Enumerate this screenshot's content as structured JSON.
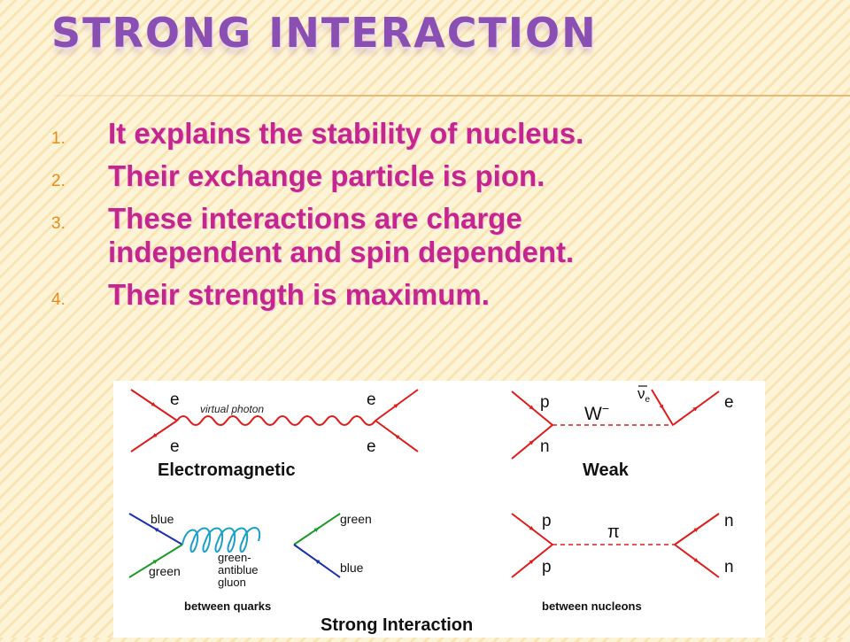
{
  "slide": {
    "title": "STRONG INTERACTION",
    "points": [
      {
        "num": "1.",
        "text": "It explains the stability of nucleus."
      },
      {
        "num": "2.",
        "text": "Their exchange particle is pion."
      },
      {
        "num": "3.",
        "text": "These interactions are charge independent and spin dependent."
      },
      {
        "num": "4.",
        "text": "Their strength is maximum."
      }
    ]
  },
  "diagram": {
    "em": {
      "e_tl": "e",
      "e_bl": "e",
      "e_tr": "e",
      "e_br": "e",
      "mediator": "virtual photon",
      "caption": "Electromagnetic"
    },
    "weak": {
      "p": "p",
      "n": "n",
      "w": "W",
      "w_sup": "−",
      "nu": "ν",
      "nu_sub": "e",
      "e": "e",
      "caption": "Weak"
    },
    "quarks": {
      "blue_tl": "blue",
      "green_bl": "green",
      "green_tr": "green",
      "blue_br": "blue",
      "gluon_1": "green-",
      "gluon_2": "antiblue",
      "gluon_3": "gluon",
      "caption": "between quarks"
    },
    "nucleons": {
      "p_tl": "p",
      "p_bl": "p",
      "pi": "π",
      "n_tr": "n",
      "n_br": "n",
      "caption": "between nucleons"
    },
    "footer": "Strong Interaction"
  }
}
